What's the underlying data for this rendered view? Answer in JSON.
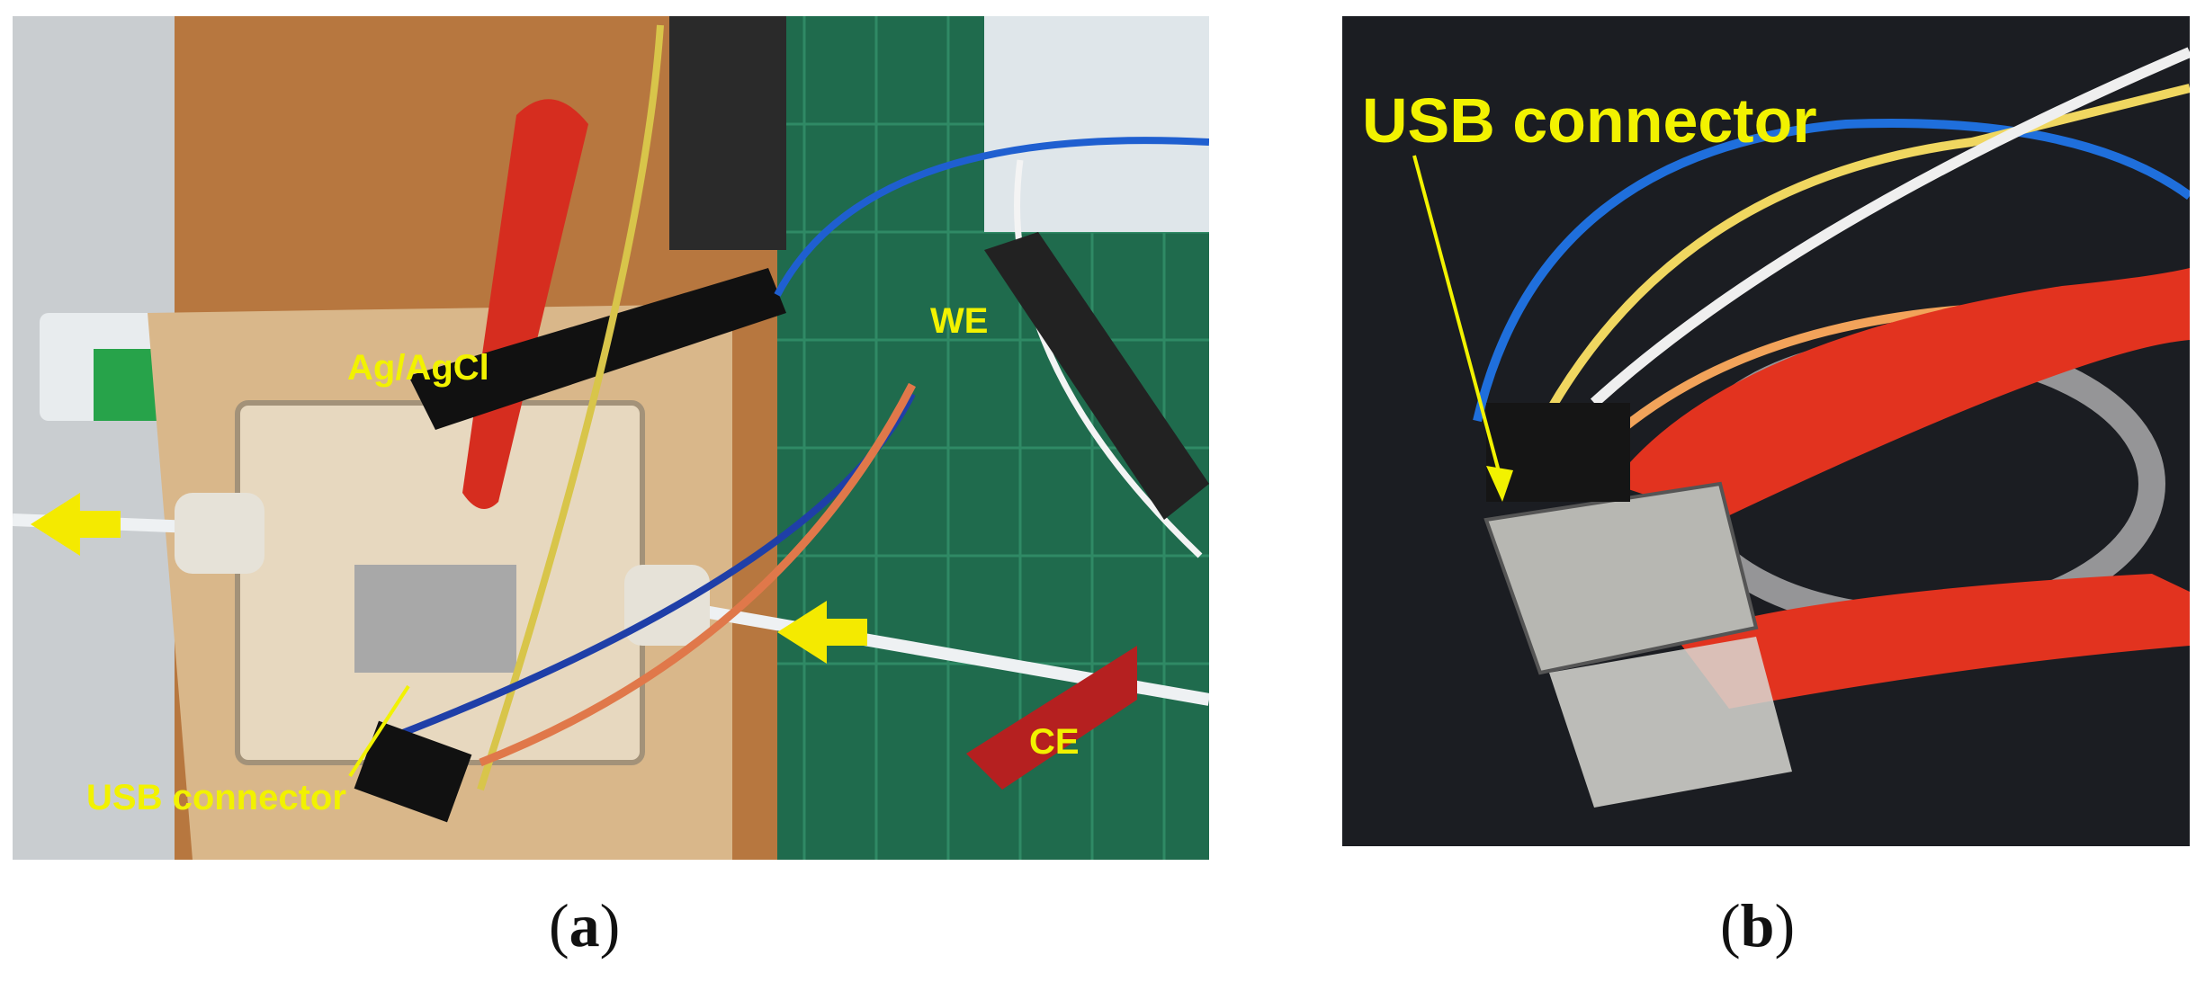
{
  "panels": [
    {
      "id": "a",
      "labels": {
        "reference_electrode": "Ag/AgCl",
        "working_electrode": "WE",
        "counter_electrode": "CE",
        "connector": "USB connector"
      },
      "caption": {
        "open": "(",
        "letter": "a",
        "close": ")"
      }
    },
    {
      "id": "b",
      "labels": {
        "connector": "USB connector"
      },
      "caption": {
        "open": "(",
        "letter": "b",
        "close": ")"
      }
    }
  ],
  "colors": {
    "annotation_yellow": "#f2f200",
    "cutting_mat_green": "#1f6b4d",
    "wood_table": "#b7773f",
    "cardboard": "#d9b78a",
    "red_clip_insulation": "#d62d1f",
    "blue_wire": "#1f5fd0",
    "black_background_b": "#1b1d22"
  }
}
